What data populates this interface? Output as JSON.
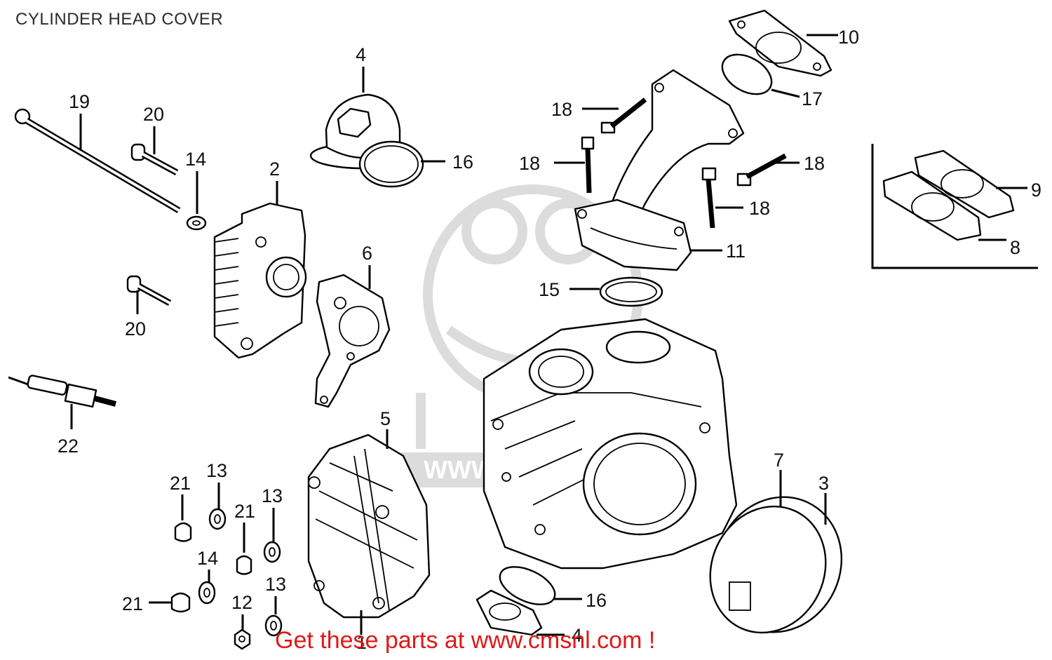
{
  "diagram": {
    "title": "CYLINDER HEAD COVER",
    "footer_link_text": "Get these parts at www.cmsnl.com !",
    "watermark_text": "WWW.CMSNL.COM",
    "colors": {
      "footer_text": "#e01818",
      "lines": "#000000",
      "watermark": "#d9d9d9"
    },
    "callouts": {
      "c1": "1",
      "c2": "2",
      "c3": "3",
      "c4a": "4",
      "c4b": "4",
      "c5": "5",
      "c6": "6",
      "c7": "7",
      "c8": "8",
      "c9": "9",
      "c10": "10",
      "c11": "11",
      "c12": "12",
      "c13a": "13",
      "c13b": "13",
      "c13c": "13",
      "c14a": "14",
      "c14b": "14",
      "c15": "15",
      "c16a": "16",
      "c16b": "16",
      "c17": "17",
      "c18a": "18",
      "c18b": "18",
      "c18c": "18",
      "c18d": "18",
      "c19": "19",
      "c20a": "20",
      "c20b": "20",
      "c21a": "21",
      "c21b": "21",
      "c21c": "21",
      "c22": "22"
    }
  }
}
